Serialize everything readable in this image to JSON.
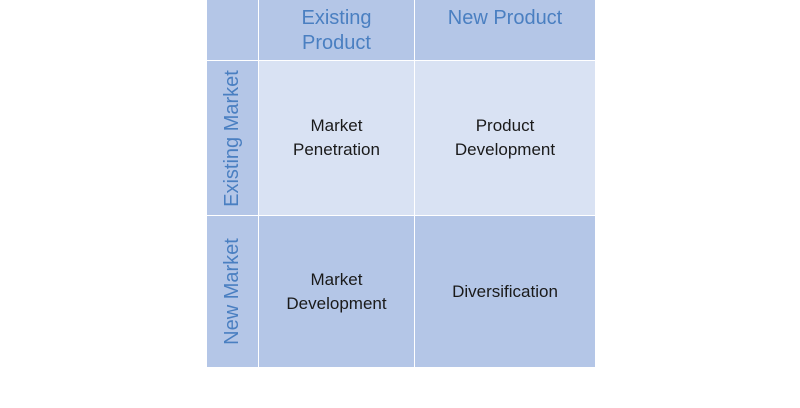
{
  "matrix": {
    "columns": [
      "Existing Product",
      "New Product"
    ],
    "rows": [
      "Existing Market",
      "New Market"
    ],
    "cells": [
      [
        "Market Penetration",
        "Product Development"
      ],
      [
        "Market Development",
        "Diversification"
      ]
    ]
  },
  "colors": {
    "header_bg": "#b4c6e7",
    "light_cell_bg": "#d9e2f3",
    "header_text": "#4a7fc1",
    "body_text": "#1a1a1a"
  }
}
